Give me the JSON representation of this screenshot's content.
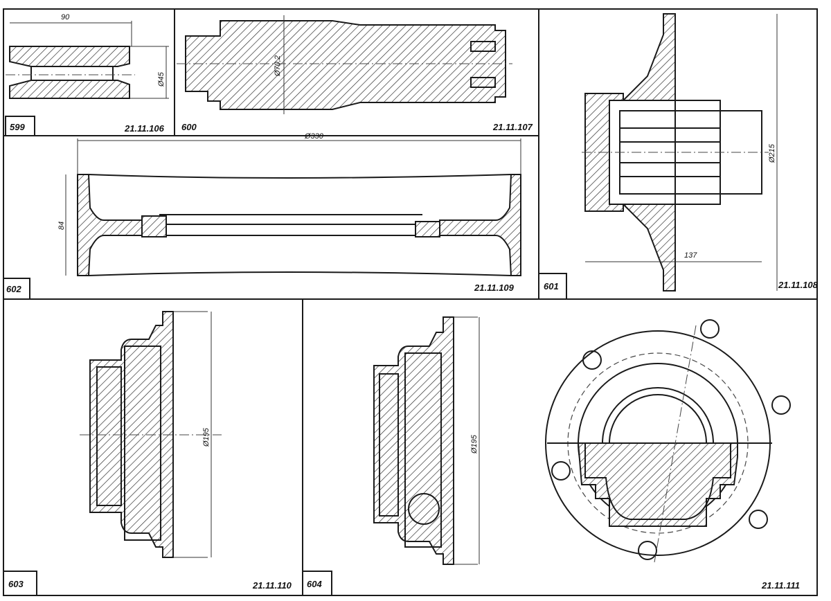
{
  "panels": [
    {
      "number": "599",
      "code": "21.11.106",
      "dims": [
        "90",
        "Ø45"
      ]
    },
    {
      "number": "600",
      "code": "21.11.107",
      "dims": [
        "Ø70,2"
      ]
    },
    {
      "number": "601",
      "code": "21.11.108",
      "dims": [
        "Ø215",
        "137"
      ]
    },
    {
      "number": "602",
      "code": "21.11.109",
      "dims": [
        "Ø330",
        "84"
      ]
    },
    {
      "number": "603",
      "code": "21.11.110",
      "dims": [
        "Ø195"
      ]
    },
    {
      "number": "604",
      "code": "21.11.111",
      "dims": [
        "Ø195"
      ]
    }
  ]
}
